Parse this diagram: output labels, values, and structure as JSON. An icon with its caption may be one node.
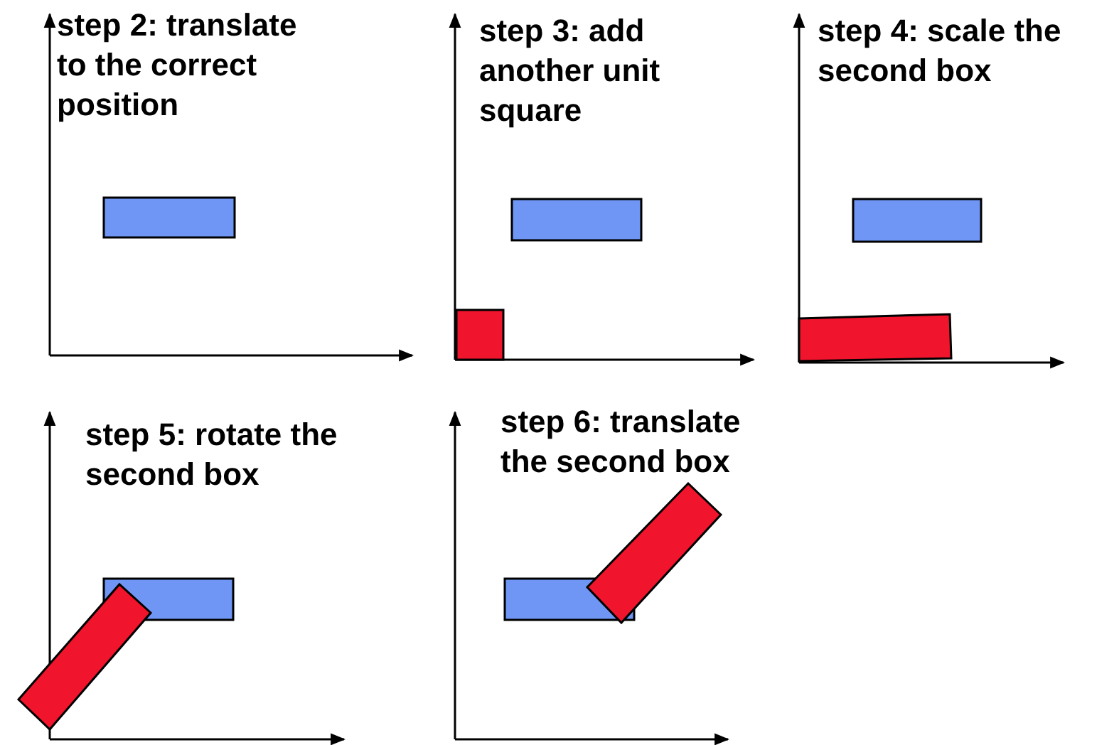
{
  "diagram": {
    "labels": [
      "step 2: translate to the correct position",
      "step 3: add another unit square",
      "step 4: scale the second box",
      "step 5: rotate the second box",
      "step 6: translate the second box"
    ]
  }
}
